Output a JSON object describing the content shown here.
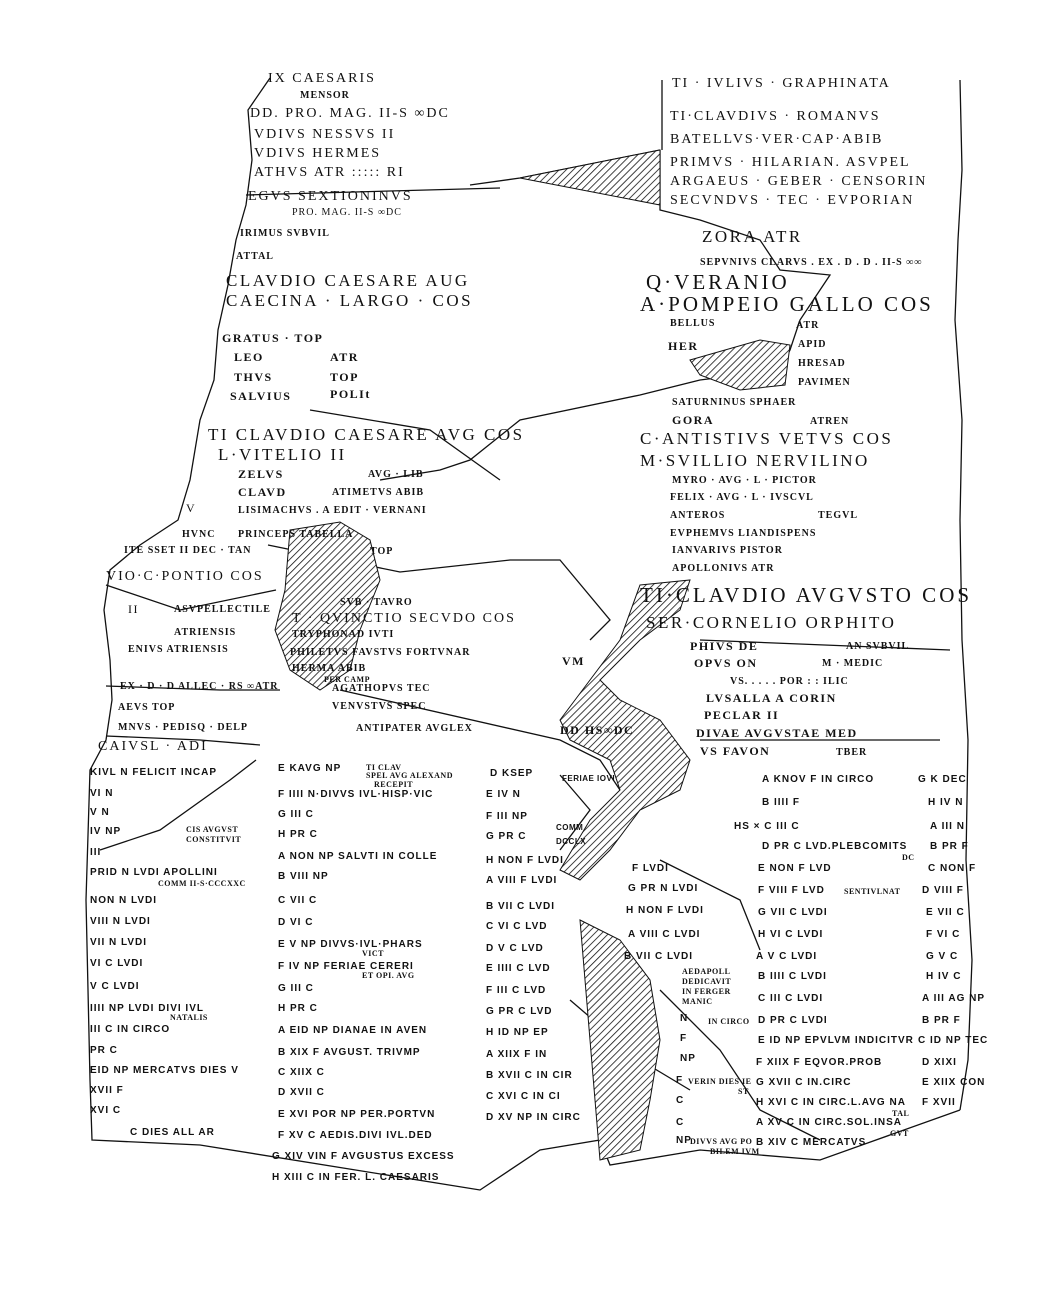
{
  "left_upper": {
    "l01": "IX CAESARIS",
    "l02": "MENSOR",
    "l03": "DD. PRO. MAG. II-S ∞DC",
    "l04": "VDIVS NESSVS II",
    "l05": "VDIVS HERMES",
    "l06": "ATHVS ATR ::::: RI",
    "l07": "EGVS SEXTIONINVS",
    "l08": "PRO. MAG. II-S ∞DC",
    "l09": "IRIMUS SVBVIL",
    "l10": "ATTAL",
    "l11": "CLAVDIO CAESARE AUG",
    "l12": "CAECINA · LARGO · COS",
    "l13": "GRATUS · TOP",
    "l14": "LEO",
    "l15": "ATR",
    "l16": "THVS",
    "l17": "TOP",
    "l18": "SALVIUS",
    "l19": "POLIt"
  },
  "left_middle": {
    "l01": "TI CLAVDIO CAESARE AVG COS",
    "l02": "L·VITELIO II",
    "l03": "ZELVS",
    "l04": "AVG · LIB",
    "l05": "CLAVD",
    "l06": "ATIMETVS ABIB",
    "l07": "V",
    "l08": "LISIMACHVS . A EDIT · VERNANI",
    "l09": "HVNC",
    "l10": "PRINCEPS TABELLA",
    "l11": "ITE SSET II DEC · TAN",
    "l12": "TOP",
    "l13": "VIO·C·PONTIO COS",
    "l14": "II",
    "l15": "ASVPELLECTILE",
    "l16": "ATRIENSIS",
    "l17": "ENIVS ATRIENSIS",
    "l18": "EX · D · D ALLEC · RS ∞ATR",
    "l19": "AEVS TOP",
    "l20": "MNVS · PEDISQ · DELP",
    "l21": "CAIVSL · ADI",
    "l22": "SVB · TAVRO",
    "l23": "T · QVINCTIO SECVDO COS",
    "l24": "TRYPHONAD IVTI",
    "l25": "PHILETVS FAVSTVS FORTVNAR",
    "l26": "HERMA ABIB",
    "l27": "PER CAMP",
    "l28": "AGATHOPVS TEC",
    "l29": "VENVSTVS SPEC",
    "l30": "ANTIPATER AVGLEX",
    "l31": "DD HS∞DC",
    "l32": "VM"
  },
  "right_upper": {
    "l01": "TI · IVLIVS · GRAPHINATA",
    "l02": "TI·CLAVDIVS · ROMANVS",
    "l03": "BATELLVS·VER·CAP·ABIB",
    "l04": "PRIMVS · HILARIAN. ASVPEL",
    "l05": "ARGAEUS · GEBER · CENSORIN",
    "l06": "SECVNDVS · TEC · EVPORIAN",
    "l07": "ZORA ATR",
    "l08": "SEPVNIVS CLARVS . EX . D . D . II-S ∞∞",
    "l09": "Q·VERANIO",
    "l10": "A·POMPEIO GALLO COS",
    "l11": "BELLUS",
    "l12": "ATR",
    "l13": "HER",
    "l14": "APID",
    "l15": "HRESAD",
    "l16": "PAVIMEN",
    "l17": "SATURNINUS SPHAER",
    "l18": "GORA",
    "l19": "ATREN",
    "l20": "C·ANTISTIVS VETVS COS",
    "l21": "M·SVILLIO NERVILINO",
    "l22": "MYRO · AVG · L · PICTOR",
    "l23": "FELIX · AVG · L · IVSCVL",
    "l24": "ANTEROS",
    "l25": "TEGVL",
    "l26": "EVPHEMVS LIANDISPENS",
    "l27": "IANVARIVS PISTOR",
    "l28": "APOLLONIVS ATR",
    "l29": "TI·CLAVDIO AVGVSTO COS",
    "l30": "SER·CORNELIO ORPHITO",
    "l31": "PHIVS DE",
    "l32": "AN SVBVIL",
    "l33": "OPVS ON",
    "l34": "M · MEDIC",
    "l35": "VS. . . . . POR : : ILIC",
    "l36": "LVSALLA A CORIN",
    "l37": "PECLAR II",
    "l38": "DIVAE AVGVSTAE MED",
    "l39": "VS FAVON",
    "l40": "TBER"
  },
  "calendar": {
    "c1": [
      "KIVL N FELICIT INCAP",
      "VI N",
      "V N",
      "IV NP",
      "III",
      "PRID N LVDI APOLLINI",
      "NON N LVDI",
      "VIII N LVDI",
      "VII N LVDI",
      "VI C LVDI",
      "V C LVDI",
      "IIII NP LVDI DIVI IVL",
      "III C IN CIRCO",
      "PR C",
      "EID NP MERCATVS DIES V",
      "XVII F",
      "XVI C",
      "C DIES ALL AR"
    ],
    "c1_notes": {
      "n1": "CIS AVGVST",
      "n2": "CONSTITVIT",
      "n3": "COMM II-S·CCCXXC",
      "n4": "NATALIS"
    },
    "c2": [
      "E KAVG NP",
      "F IIII N·DIVVS IVL·HISP·VIC",
      "G III C",
      "H PR C",
      "A NON NP SALVTI IN COLLE",
      "B VIII NP",
      "C VII C",
      "D VI C",
      "E V NP DIVVS·IVL·PHARS",
      "F IV NP FERIAE CERERI",
      "G III C",
      "H PR C",
      "A EID NP DIANAE IN AVEN",
      "B XIX F AVGUST. TRIVMP",
      "C XIIX C",
      "D XVII C",
      "E XVI POR NP PER.PORTVN",
      "F XV C AEDIS.DIVI IVL.DED",
      "G XIV VIN F AVGUSTUS EXCESS",
      "H XIII C IN FER. L. CAESARIS"
    ],
    "c2_notes": {
      "n1": "TI CLAV",
      "n2": "SPEL AVG ALEXAND",
      "n3": "RECEPIT",
      "n4": "VICT",
      "n5": "ET OPI. AVG"
    },
    "c3": [
      "D KSEP",
      "E IV N",
      "F III NP",
      "G PR C",
      "H NON F LVDI",
      "A VIII F LVDI",
      "B VII C LVDI",
      "C VI C LVD",
      "D V C LVD",
      "E IIII C LVD",
      "F III C LVD",
      "G PR C LVD",
      "H ID NP EP",
      "A XIIX F IN",
      "B XVII C IN CIR",
      "C XVI C IN CI",
      "D XV NP IN CIRC"
    ],
    "c3_notes": {
      "n1": "FERIAE IOVI",
      "n2": "COMM",
      "n3": "DCCLX"
    },
    "c4": [
      "F LVDI",
      "G PR N LVDI",
      "H NON F LVDI",
      "A VIII C LVDI",
      "B VII C LVDI",
      "N",
      "F",
      "NP",
      "F",
      "C",
      "C",
      "NP"
    ],
    "c4_notes": {
      "n1": "AEDAPOLL",
      "n2": "DEDICAVIT",
      "n3": "IN FERGER",
      "n4": "MANIC",
      "n5": "IN CIRCO",
      "n6": "VERIN DIES IE",
      "n7": "ST",
      "n8": "DIVVS AVG PO",
      "n9": "BILEM IVM"
    },
    "c5": [
      "A KNOV F IN CIRCO",
      "B IIII F",
      "HS × C III C",
      "D PR C LVD.PLEBCOMITS",
      "E NON F LVD",
      "F VIII F LVD",
      "G VII C LVDI",
      "H VI C LVDI",
      "A V C LVDI",
      "B IIII C LVDI",
      "C III C LVDI",
      "D PR C LVDI",
      "E ID NP EPVLVM INDICITVR",
      "F XIIX F EQVOR.PROB",
      "G XVII C IN.CIRC",
      "H XVI C IN CIRC.L.AVG NA",
      "A XV C IN CIRC.SOL.INSA",
      "B XIV C MERCATVS"
    ],
    "c5_notes": {
      "n1": "DC",
      "n2": "SENTIVLNAT",
      "n3": "TAL",
      "n4": "GVT"
    },
    "c6": [
      "G K DEC",
      "H IV N",
      "A III N",
      "B PR F",
      "C NON F",
      "D VIII F",
      "E VII C",
      "F VI C",
      "G V C",
      "H IV C",
      "A III AG NP",
      "B PR F",
      "C ID NP TEC",
      "D XIXI",
      "E XIIX CON",
      "F XVII"
    ]
  }
}
